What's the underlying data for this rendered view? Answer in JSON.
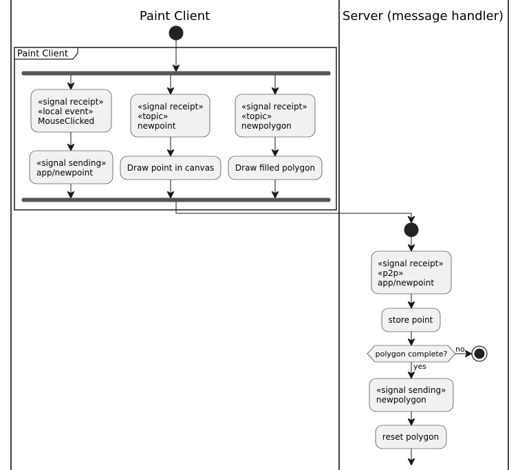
{
  "lanes": {
    "client": "Paint Client",
    "server": "Server (message handler)"
  },
  "frame": {
    "label": "Paint Client"
  },
  "client_nodes": {
    "mouse": [
      "«signal receipt»",
      "«local event»",
      "MouseClicked"
    ],
    "send": [
      "«signal sending»",
      "app/newpoint"
    ],
    "newpoint": [
      "«signal receipt»",
      "«topic»",
      "newpoint"
    ],
    "draw_point": "Draw point in canvas",
    "newpolygon": [
      "«signal receipt»",
      "«topic»",
      "newpolygon"
    ],
    "draw_poly": "Draw filled polygon"
  },
  "server_nodes": {
    "receipt": [
      "«signal receipt»",
      "«p2p»",
      "app/newpoint"
    ],
    "store": "store point",
    "decision": "polygon complete?",
    "no_label": "no",
    "yes_label": "yes",
    "send": [
      "«signal sending»",
      "newpolygon"
    ],
    "reset": "reset polygon"
  }
}
